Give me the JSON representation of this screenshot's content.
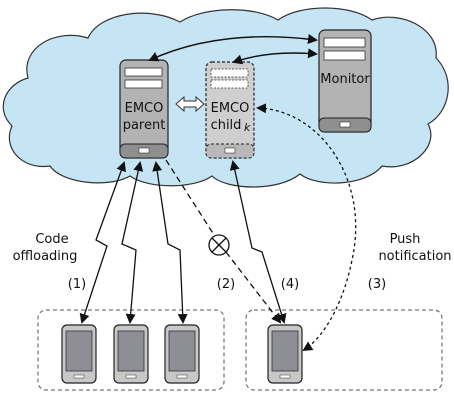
{
  "servers": {
    "parent": {
      "line1": "EMCO",
      "line2": "parent"
    },
    "child": {
      "line1": "EMCO",
      "line2": "child",
      "subscript": "k"
    },
    "monitor": {
      "label": "Monitor"
    }
  },
  "labels": {
    "code_offloading_line1": "Code",
    "code_offloading_line2": "offloading",
    "push_notification_line1": "Push",
    "push_notification_line2": "notification",
    "step1": "(1)",
    "step2": "(2)",
    "step3": "(3)",
    "step4": "(4)"
  },
  "colors": {
    "cloud_fill": "#c6e5f4",
    "cloud_stroke": "#333333",
    "server_fill": "#b3b3b3",
    "server_dark": "#8f8f8f",
    "phone_screen": "#8e8e97",
    "phone_body": "#c8c8c8"
  },
  "icons": {
    "sync_arrow": "double-headed-hollow-arrow-icon",
    "blocked": "circled-cross-icon"
  }
}
